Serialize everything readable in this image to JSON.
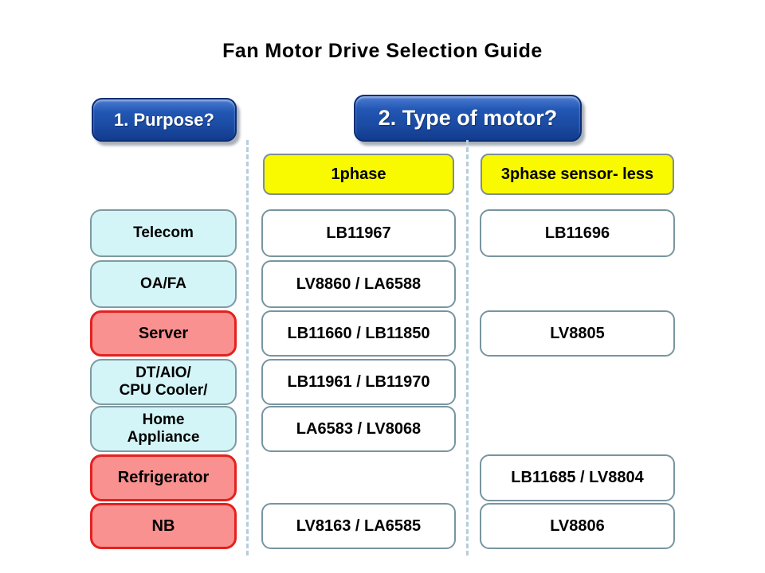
{
  "title": "Fan Motor Drive Selection Guide",
  "steps": {
    "purpose": "1. Purpose?",
    "motor_type": "2. Type of motor?"
  },
  "column_headers": {
    "one_phase": "1phase",
    "three_phase": "3phase sensor- less"
  },
  "purposes": [
    {
      "label": "Telecom",
      "variant": "cyan"
    },
    {
      "label": "OA/FA",
      "variant": "cyan"
    },
    {
      "label": "Server",
      "variant": "red"
    },
    {
      "label": "DT/AIO/\nCPU Cooler/",
      "variant": "cyan"
    },
    {
      "label": "Home\nAppliance",
      "variant": "cyan"
    },
    {
      "label": "Refrigerator",
      "variant": "red"
    },
    {
      "label": "NB",
      "variant": "red"
    }
  ],
  "one_phase_parts": [
    {
      "label": "LB11967"
    },
    {
      "label": "LV8860 / LA6588"
    },
    {
      "label": "LB11660 / LB11850"
    },
    {
      "label": "LB11961 / LB11970"
    },
    {
      "label": "LA6583 / LV8068"
    },
    {
      "label": "LV8163 / LA6585"
    }
  ],
  "three_phase_parts": [
    {
      "label": "LB11696"
    },
    {
      "label": "LV8805"
    },
    {
      "label": "LB11685 / LV8804"
    },
    {
      "label": "LV8806"
    }
  ],
  "colors": {
    "step_button_blue": "#1d4fa8",
    "step_button_border": "#0a2f77",
    "header_yellow": "#f9f900",
    "category_cyan_fill": "#d4f5f8",
    "category_red_fill": "#f8918f",
    "category_red_border": "#e4211e",
    "box_border_gray": "#7795a0",
    "divider_dash_blue": "#b5cedb"
  }
}
